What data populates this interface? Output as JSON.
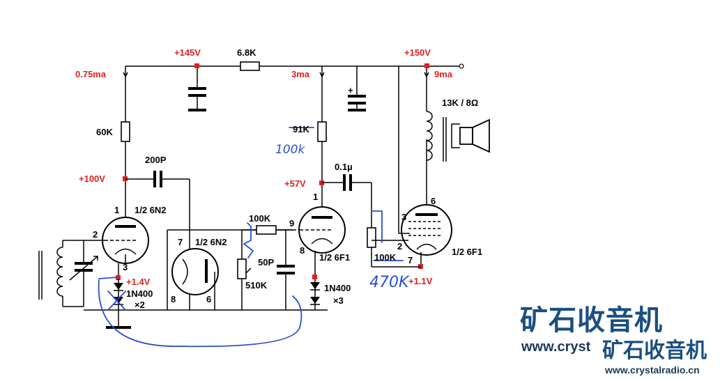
{
  "labels": {
    "v145": "+145V",
    "r68k": "6.8K",
    "v150": "+150V",
    "i075": "0.75ma",
    "i3": "3ma",
    "i9": "9ma",
    "xfmr": "13K / 8Ω",
    "r60k": "60K",
    "r91k": "91K",
    "v100": "+100V",
    "c200p": "200P",
    "v57": "+57V",
    "c01u": "0.1µ",
    "tube1": "1/2 6N2",
    "tube2": "1/2 6N2",
    "tube3": "1/2 6F1",
    "tube4": "1/2 6F1",
    "r100k": "100K",
    "r100k_b": "100K",
    "c50p": "50P",
    "r510k": "510K",
    "v14": "+1.4V",
    "d1": "1N400",
    "d1x": "×2",
    "d2": "1N400",
    "d2x": "×3",
    "v11": "+1.1V",
    "pin1a": "1",
    "pin2": "2",
    "pin3": "3",
    "pin7": "7",
    "pin8": "8",
    "pin6": "6",
    "pin9": "9",
    "pin8b": "8",
    "pin1b": "1",
    "pin3b": "3",
    "pin6b": "6",
    "pin2b": "2",
    "pin7b": "7"
  },
  "handwriting": {
    "r_mod1": "100k",
    "r_mod2": "470K"
  },
  "logo": {
    "name": "矿石收音机",
    "url_partial": "www.cryst",
    "name2": "矿石收音机",
    "url": "www.crystalradio.cn"
  },
  "colors": {
    "voltage": "#e02020",
    "pen": "#2a4fd0",
    "logo": "#1a4f80"
  }
}
